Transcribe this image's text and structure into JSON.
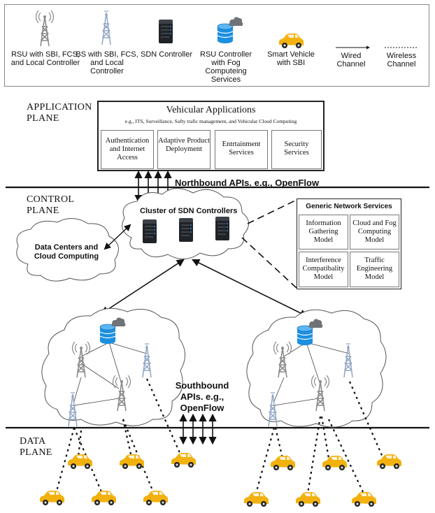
{
  "legend": {
    "rsu": "RSU with SBI, FCS, and Local Controller",
    "bs": "BS with SBI, FCS, and Local Controller",
    "sdn_controller": "SDN Controller",
    "rsu_controller": "RSU Controller with Fog Computeing Services",
    "smart_vehicle": "Smart Vehicle with SBI",
    "wired": "Wired Channel",
    "wireless": "Wireless Channel"
  },
  "planes": {
    "application": "APPLICATION PLANE",
    "control": "CONTROL PLANE",
    "data": "DATA PLANE"
  },
  "applications": {
    "title": "Vehicular Applications",
    "subtitle": "e.g., ITS, Surveillance, Safty trafic management, and Vehicular Cloud Computing",
    "items": [
      "Authentication and Internet Access",
      "Adaptive Product Deployment",
      "Entrtainment Services",
      "Security Services"
    ]
  },
  "northbound": "Northbound APIs. e.g., OpenFlow",
  "southbound": "Southbound APIs. e.g., OpenFlow",
  "cluster_label": "Cluster of SDN Controllers",
  "data_centers": "Data Centers and Cloud Computing",
  "network_services": {
    "title": "Generic Network Services",
    "items": [
      "Information Gathering Model",
      "Cloud and Fog Computing Model",
      "Interference Compatibality Model",
      "Traffic Engineering Model"
    ]
  },
  "colors": {
    "vehicle": "#f2b10e",
    "database": "#1b8fe0",
    "server": "#1f2327",
    "tower": "#8a8a8a",
    "line": "#111111"
  },
  "icons": [
    "tower-icon",
    "server-icon",
    "database-cloud-icon",
    "car-icon"
  ]
}
